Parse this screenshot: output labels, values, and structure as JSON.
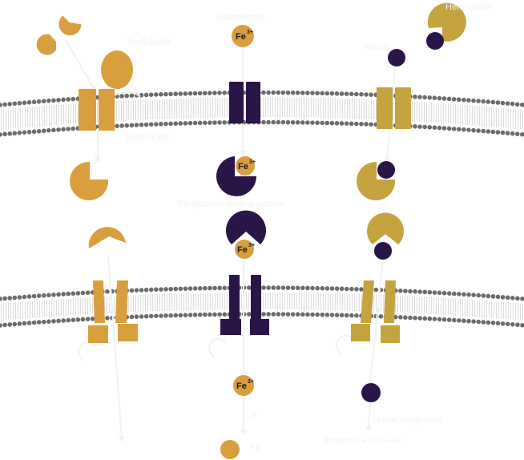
{
  "labels": {
    "tonb": "TonB-ExbB",
    "exbd": "ExbD-ExbC",
    "siderophore": "Siderophore",
    "hemophore": "Hemophore",
    "heme": "Heme",
    "periplasmic": "Periplasmic binding protein",
    "heme_oxygenase": "Heme oxygenase",
    "products": "biliverdin + CO + Fe",
    "reduction": "Fe",
    "electron": "e⁻"
  },
  "fe_label": "Fe",
  "fe_charge": "3+",
  "colors": {
    "orange": "#d99f3f",
    "navy": "#2a1549",
    "olive": "#c5a33e",
    "membrane": "#6b6b6b",
    "arrow": "#f1f1f1"
  },
  "icons": [
    "pacman-shape",
    "iron-sphere",
    "heme-sphere",
    "membrane-bilayer",
    "receptor-barrel",
    "inner-membrane-transporter",
    "rotation-arrow"
  ]
}
